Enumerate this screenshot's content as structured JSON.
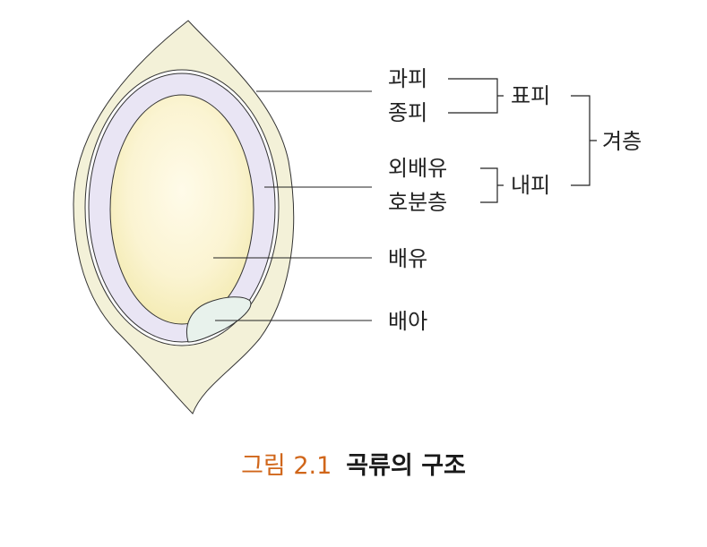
{
  "labels": {
    "pericarp": "과피",
    "seed_coat": "종피",
    "outer_layer": "표피",
    "perisperm": "외배유",
    "aleurone": "호분층",
    "inner_layer": "내피",
    "bran": "겨층",
    "endosperm": "배유",
    "embryo": "배아"
  },
  "caption": {
    "figure": "그림 2.1",
    "title": "곡류의 구조"
  },
  "colors": {
    "husk": "#f3f1d8",
    "seed_coat_layer": "#e9e5f4",
    "endosperm_center": "#fdf6dc",
    "endosperm_edge": "#f6eeb8",
    "embryo": "#e8f2ec",
    "caption_accent": "#d0661a"
  }
}
